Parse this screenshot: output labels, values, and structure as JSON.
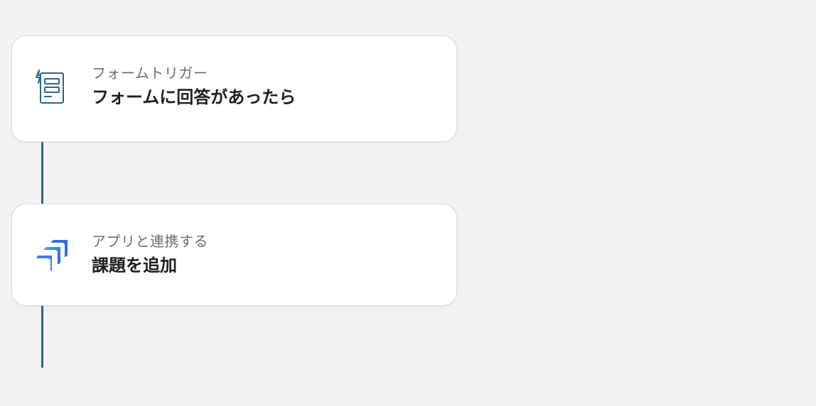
{
  "flow": {
    "steps": [
      {
        "subtitle": "フォームトリガー",
        "title": "フォームに回答があったら",
        "icon": "form-trigger-icon"
      },
      {
        "subtitle": "アプリと連携する",
        "title": "課題を追加",
        "icon": "jira-icon"
      }
    ]
  },
  "colors": {
    "background": "#f2f2f2",
    "connector": "#2f6585",
    "form_icon_stroke": "#2f6585",
    "jira_blue_light": "#5b9cf5",
    "jira_blue_dark": "#1f63e0"
  }
}
